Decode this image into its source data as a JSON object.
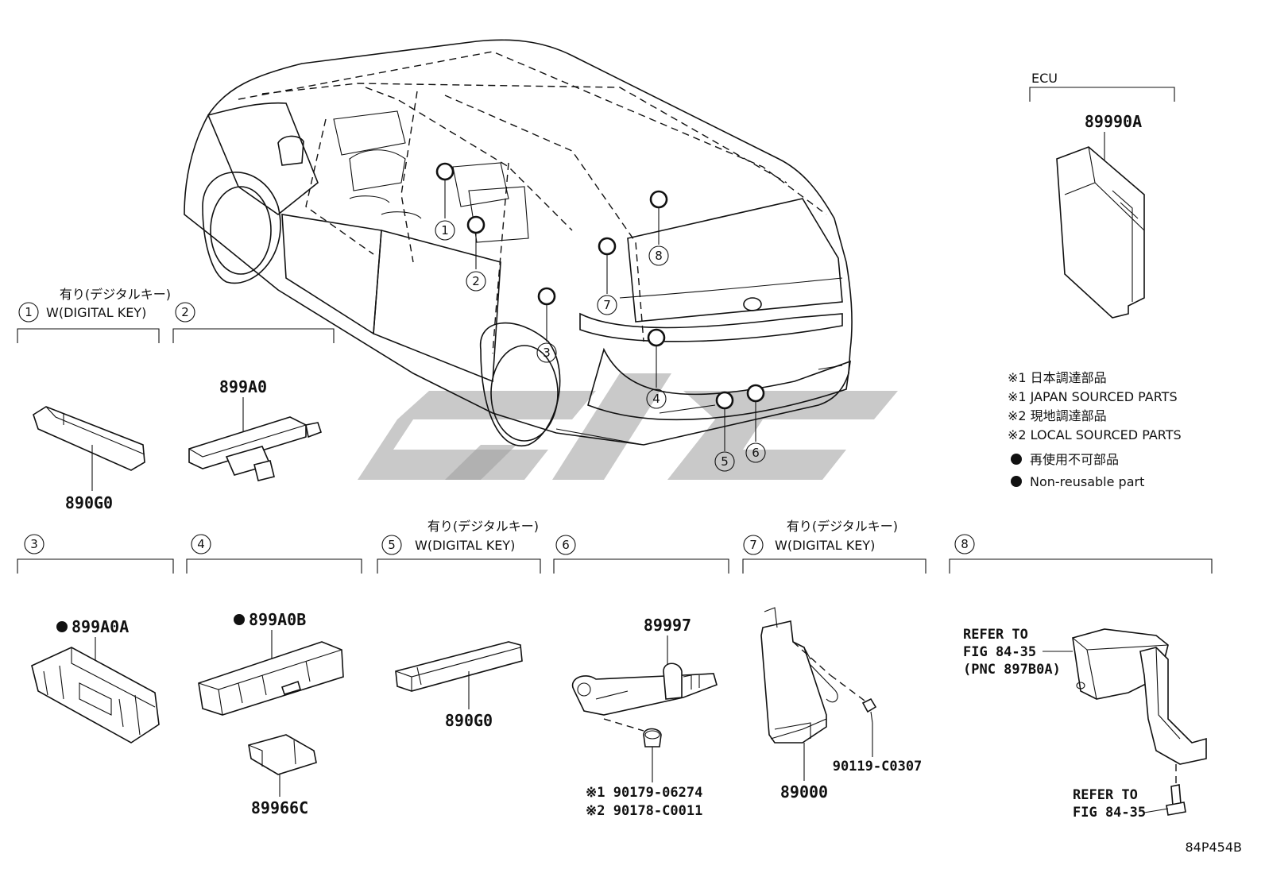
{
  "ecu": {
    "header": "ECU",
    "part_no": "89990A"
  },
  "legend": {
    "line1": "※1 日本調達部品",
    "line2": "※1 JAPAN SOURCED PARTS",
    "line3": "※2 現地調達部品",
    "line4": "※2 LOCAL SOURCED PARTS",
    "line5": "再使用不可部品",
    "line6": "Non-reusable part"
  },
  "car_markers": [
    "1",
    "2",
    "3",
    "4",
    "5",
    "6",
    "7",
    "8"
  ],
  "groups": {
    "g1": {
      "num": "1",
      "note_jp": "有り(デジタルキー)",
      "note_en": "W(DIGITAL KEY)",
      "part": "890G0"
    },
    "g2": {
      "num": "2",
      "part": "899A0"
    },
    "g3": {
      "num": "3",
      "part": "899A0A"
    },
    "g4": {
      "num": "4",
      "part": "899A0B",
      "part2": "89966C"
    },
    "g5": {
      "num": "5",
      "note_jp": "有り(デジタルキー)",
      "note_en": "W(DIGITAL KEY)",
      "part": "890G0"
    },
    "g6": {
      "num": "6",
      "part": "89997",
      "sub1": "※1 90179-06274",
      "sub2": "※2 90178-C0011"
    },
    "g7": {
      "num": "7",
      "note_jp": "有り(デジタルキー)",
      "note_en": "W(DIGITAL KEY)",
      "part": "89000",
      "part2": "90119-C0307"
    },
    "g8": {
      "num": "8",
      "ref1_a": "REFER TO",
      "ref1_b": "FIG 84-35",
      "ref1_c": "(PNC 897B0A)",
      "ref2_a": "REFER TO",
      "ref2_b": "FIG 84-35"
    }
  },
  "figure_code": "84P454B"
}
